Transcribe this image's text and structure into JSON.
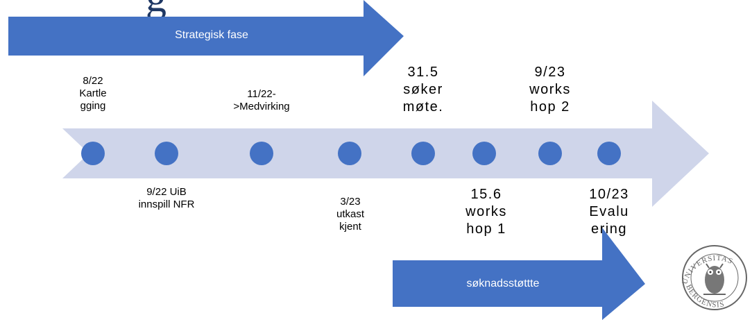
{
  "title_fragment": "g",
  "colors": {
    "dark_arrow": "#4472c4",
    "light_arrow": "#cfd5ea",
    "dot": "#4472c4",
    "logo": "#666666"
  },
  "phases": {
    "strategic": "Strategisk fase",
    "support": "søknadsstøttte"
  },
  "milestones_top": [
    {
      "text": "8/22\nKartle\ngging"
    },
    {
      "text": "11/22-\n>Medvirking"
    },
    {
      "text": "31.5\nsøker\nmøte."
    },
    {
      "text": "9/23\nworks\nhop 2"
    }
  ],
  "milestones_bottom": [
    {
      "text": "9/22 UiB\ninnspill NFR"
    },
    {
      "text": "3/23\nutkast\nkjent"
    },
    {
      "text": "15.6\nworks\nhop 1"
    },
    {
      "text": "10/23\nEvalu\nering"
    }
  ],
  "timeline_dots": 8,
  "logo": {
    "name": "University of Bergen seal",
    "text_top": "UNIVERSITAS",
    "text_bottom": "BERGENSIS"
  }
}
